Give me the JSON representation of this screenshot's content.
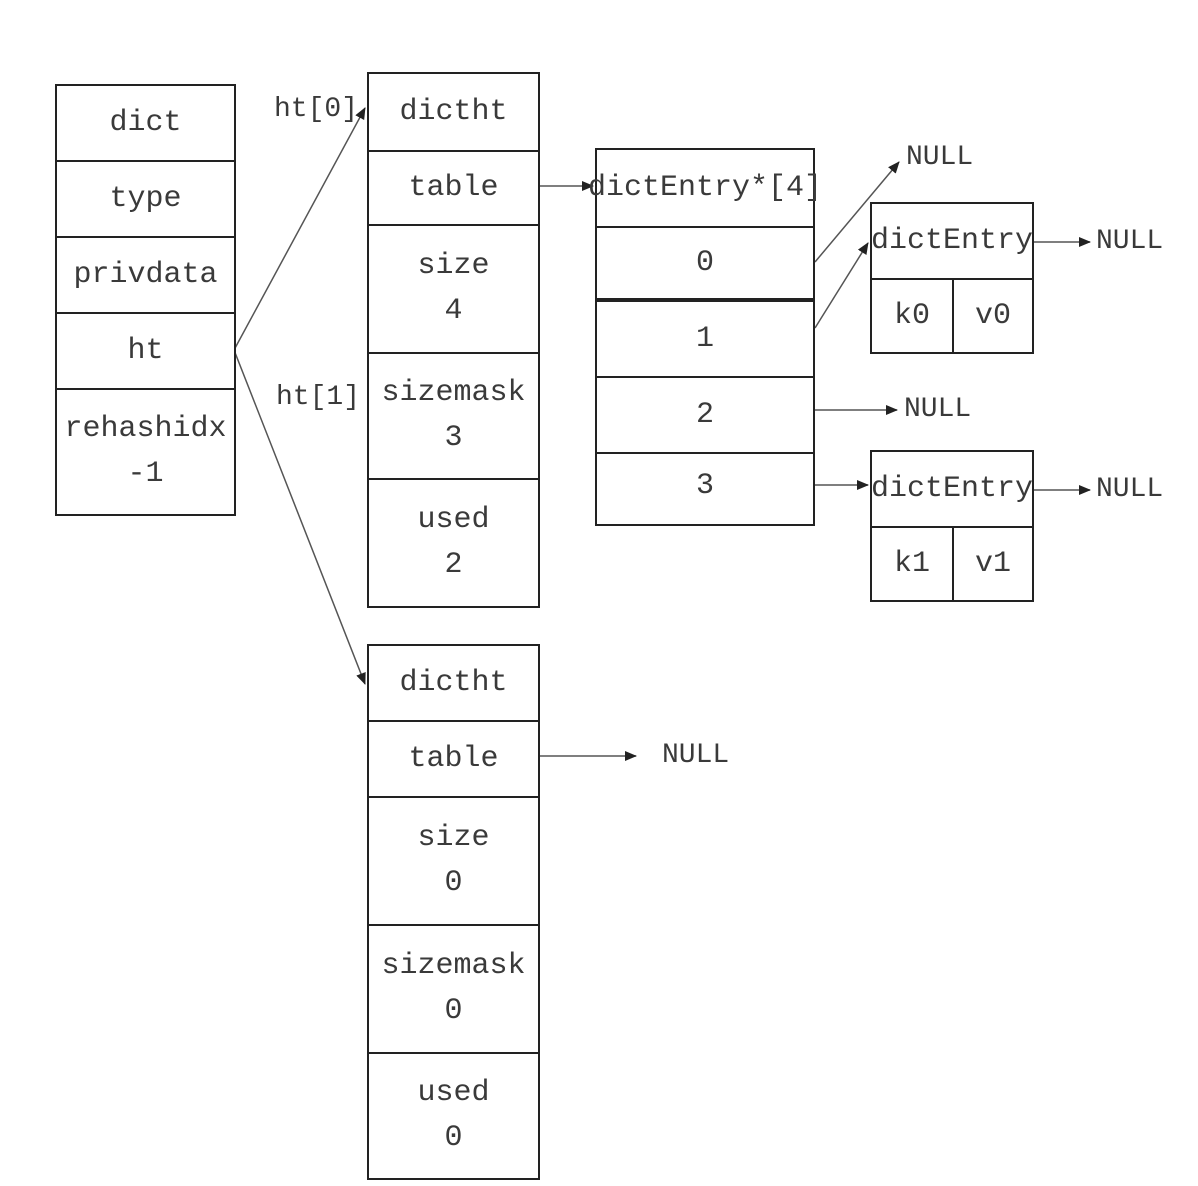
{
  "dict": {
    "title": "dict",
    "fields": [
      "type",
      "privdata",
      "ht"
    ],
    "rehashidx_label": "rehashidx",
    "rehashidx_value": "-1"
  },
  "ht_labels": [
    "ht[0]",
    "ht[1]"
  ],
  "ht0": {
    "title": "dictht",
    "table": "table",
    "size_label": "size",
    "size_value": "4",
    "sizemask_label": "sizemask",
    "sizemask_value": "3",
    "used_label": "used",
    "used_value": "2"
  },
  "ht1": {
    "title": "dictht",
    "table": "table",
    "size_label": "size",
    "size_value": "0",
    "sizemask_label": "sizemask",
    "sizemask_value": "0",
    "used_label": "used",
    "used_value": "0"
  },
  "table_array": {
    "title": "dictEntry*[4]",
    "slots": [
      "0",
      "1",
      "2",
      "3"
    ]
  },
  "entries": [
    {
      "title": "dictEntry",
      "key": "k0",
      "value": "v0"
    },
    {
      "title": "dictEntry",
      "key": "k1",
      "value": "v1"
    }
  ],
  "null_label": "NULL"
}
